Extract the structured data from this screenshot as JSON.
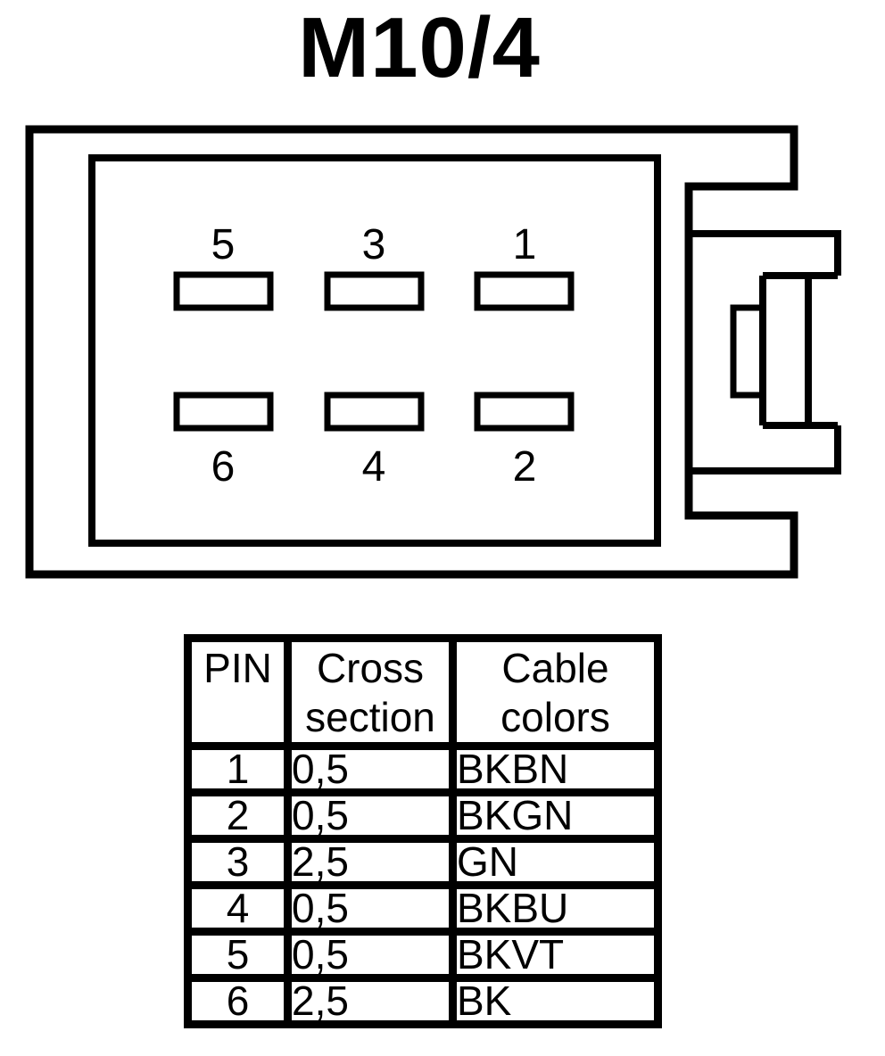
{
  "title": "M10/4",
  "connector": {
    "top_pins": [
      "5",
      "3",
      "1"
    ],
    "bottom_pins": [
      "6",
      "4",
      "2"
    ]
  },
  "table": {
    "headers": {
      "pin": "PIN",
      "cross_section": "Cross section",
      "cable_colors": "Cable colors"
    },
    "rows": [
      {
        "pin": "1",
        "cross_section": "0,5",
        "cable_color": "BKBN"
      },
      {
        "pin": "2",
        "cross_section": "0,5",
        "cable_color": "BKGN"
      },
      {
        "pin": "3",
        "cross_section": "2,5",
        "cable_color": "GN"
      },
      {
        "pin": "4",
        "cross_section": "0,5",
        "cable_color": "BKBU"
      },
      {
        "pin": "5",
        "cross_section": "0,5",
        "cable_color": "BKVT"
      },
      {
        "pin": "6",
        "cross_section": "2,5",
        "cable_color": "BK"
      }
    ]
  },
  "colors": {
    "line": "#000000",
    "background": "#ffffff"
  }
}
